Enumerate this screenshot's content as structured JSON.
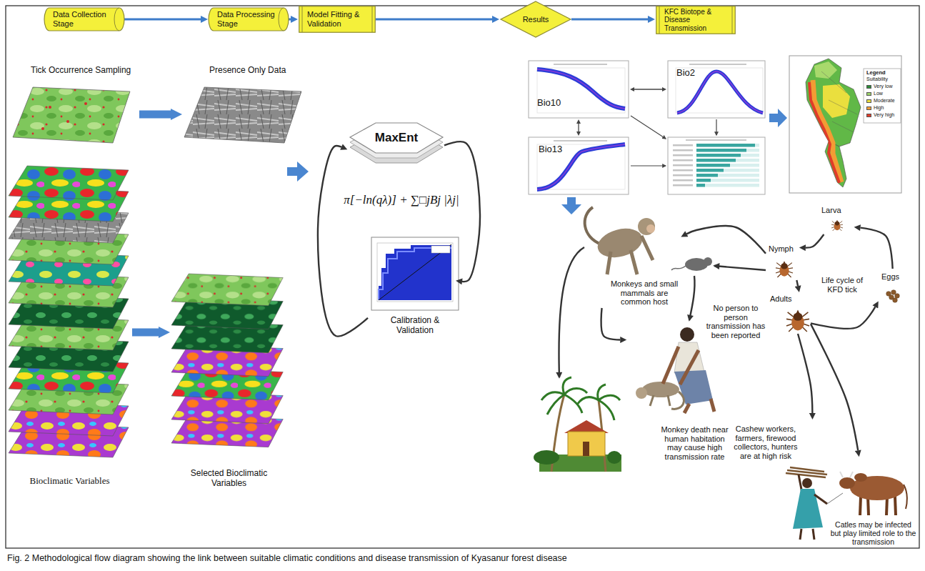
{
  "diagram": {
    "caption": "Fig. 2 Methodological flow diagram showing the link between suitable climatic conditions and disease transmission of Kyasanur forest disease",
    "nodes": [
      {
        "text": [
          "Data Collection Stage"
        ]
      },
      {
        "text": [
          "Data Processing Stage"
        ]
      },
      {
        "text": [
          "Model Fitting & Validation"
        ]
      },
      {
        "text": [
          "Results"
        ]
      },
      {
        "text": [
          "KFC Biotope & Disease Transmission"
        ]
      },
      {
        "text": [
          "Tick Occurrence Sampling"
        ]
      },
      {
        "text": [
          "Presence Only Data"
        ]
      },
      {
        "text": [
          "Bioclimatic Variables"
        ]
      },
      {
        "text": [
          "Selected Bioclimatic Variables"
        ]
      },
      {
        "text": [
          "MaxEnt"
        ]
      },
      {
        "text": [
          "Calibration & Validation"
        ]
      },
      {
        "text": [
          "Bio10"
        ]
      },
      {
        "text": [
          "Bio2"
        ]
      },
      {
        "text": [
          "Bio13"
        ]
      },
      {
        "text": [
          "Larva"
        ]
      },
      {
        "text": [
          "Nymph"
        ]
      },
      {
        "text": [
          "Eggs"
        ]
      },
      {
        "text": [
          "Adults"
        ]
      },
      {
        "text": [
          "Monkeys and small mammals are common host"
        ]
      },
      {
        "text": [
          "Monkey death near human habitation may cause high transmission rate"
        ]
      },
      {
        "text": [
          "Cashew workers, farmers, firewood collectors, hunters are at high risk"
        ]
      },
      {
        "text": [
          "Catles may be infected but play limited role to the transmission"
        ]
      }
    ],
    "edges": [
      {
        "from": 0,
        "to": 1,
        "arrow": "to"
      },
      {
        "from": 1,
        "to": 2,
        "arrow": "to"
      },
      {
        "from": 2,
        "to": 3,
        "arrow": "to"
      },
      {
        "from": 3,
        "to": 4,
        "arrow": "to"
      },
      {
        "from": 5,
        "to": 6,
        "arrow": "to"
      },
      {
        "from": 7,
        "to": 8,
        "arrow": "to"
      },
      {
        "from": 9,
        "to": 10,
        "arrow": "to"
      },
      {
        "from": 10,
        "to": 9,
        "arrow": "to"
      },
      {
        "from": 11,
        "to": 12,
        "arrow": "both"
      },
      {
        "from": 11,
        "to": 13,
        "arrow": "both"
      },
      {
        "from": 14,
        "to": 15,
        "arrow": "to"
      },
      {
        "from": 15,
        "to": 17,
        "arrow": "to"
      },
      {
        "from": 17,
        "to": 16,
        "arrow": "to"
      },
      {
        "from": 16,
        "to": 14,
        "arrow": "to"
      },
      {
        "from": 15,
        "to": 18,
        "arrow": "to"
      },
      {
        "from": 18,
        "to": 19,
        "arrow": "to"
      },
      {
        "from": 17,
        "to": 20,
        "arrow": "to"
      },
      {
        "from": 17,
        "to": 21,
        "arrow": "to"
      }
    ],
    "labels": [
      "π[−ln(qλ)] + ∑□jBj |λj|",
      "Life cycle of KFD tick",
      "No person to person transmission has been reported",
      "Legend",
      "Suitability"
    ],
    "legend": [
      {
        "text": "Very low",
        "color": "#2e8b3a"
      },
      {
        "text": "Low",
        "color": "#9bd16a"
      },
      {
        "text": "Moderate",
        "color": "#eadf3e"
      },
      {
        "text": "High",
        "color": "#f39c34"
      },
      {
        "text": "Very high",
        "color": "#e03c2a"
      }
    ]
  }
}
